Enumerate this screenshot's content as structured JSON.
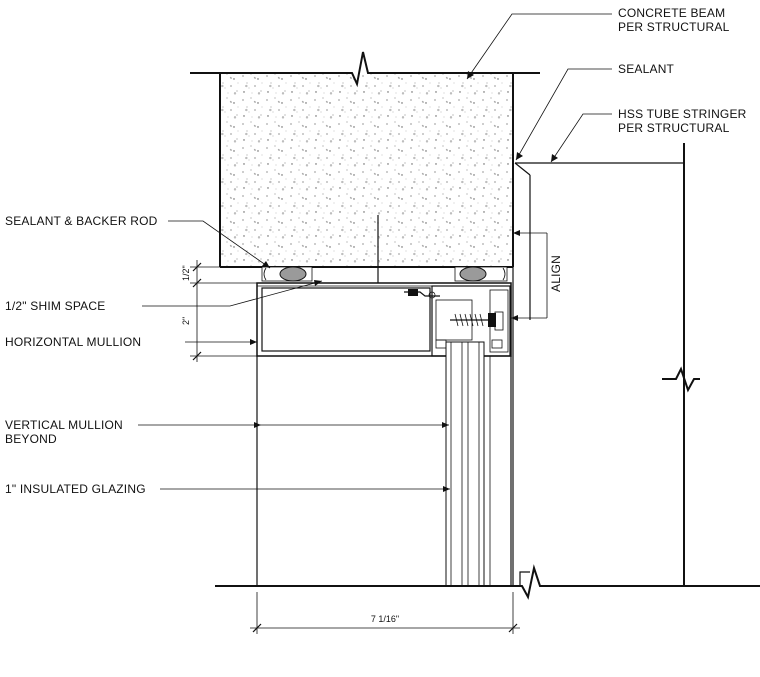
{
  "labels": {
    "concrete_beam_1": "CONCRETE BEAM",
    "concrete_beam_2": "PER STRUCTURAL",
    "sealant": "SEALANT",
    "hss_1": "HSS TUBE STRINGER",
    "hss_2": "PER STRUCTURAL",
    "sealant_backer": "SEALANT & BACKER ROD",
    "shim_space": "1/2\" SHIM SPACE",
    "horizontal_mullion": "HORIZONTAL MULLION",
    "vertical_mullion_1": "VERTICAL MULLION",
    "vertical_mullion_2": "BEYOND",
    "insulated_glazing": "1\" INSULATED GLAZING",
    "align": "ALIGN"
  },
  "dimensions": {
    "half_inch": "1/2\"",
    "two_inch": "2\"",
    "overall_width": "7 1/16\""
  },
  "colors": {
    "line": "#111111",
    "concrete_fill": "#ffffff",
    "backer_rod": "#9a9a9a",
    "glass": "#ffffff"
  }
}
